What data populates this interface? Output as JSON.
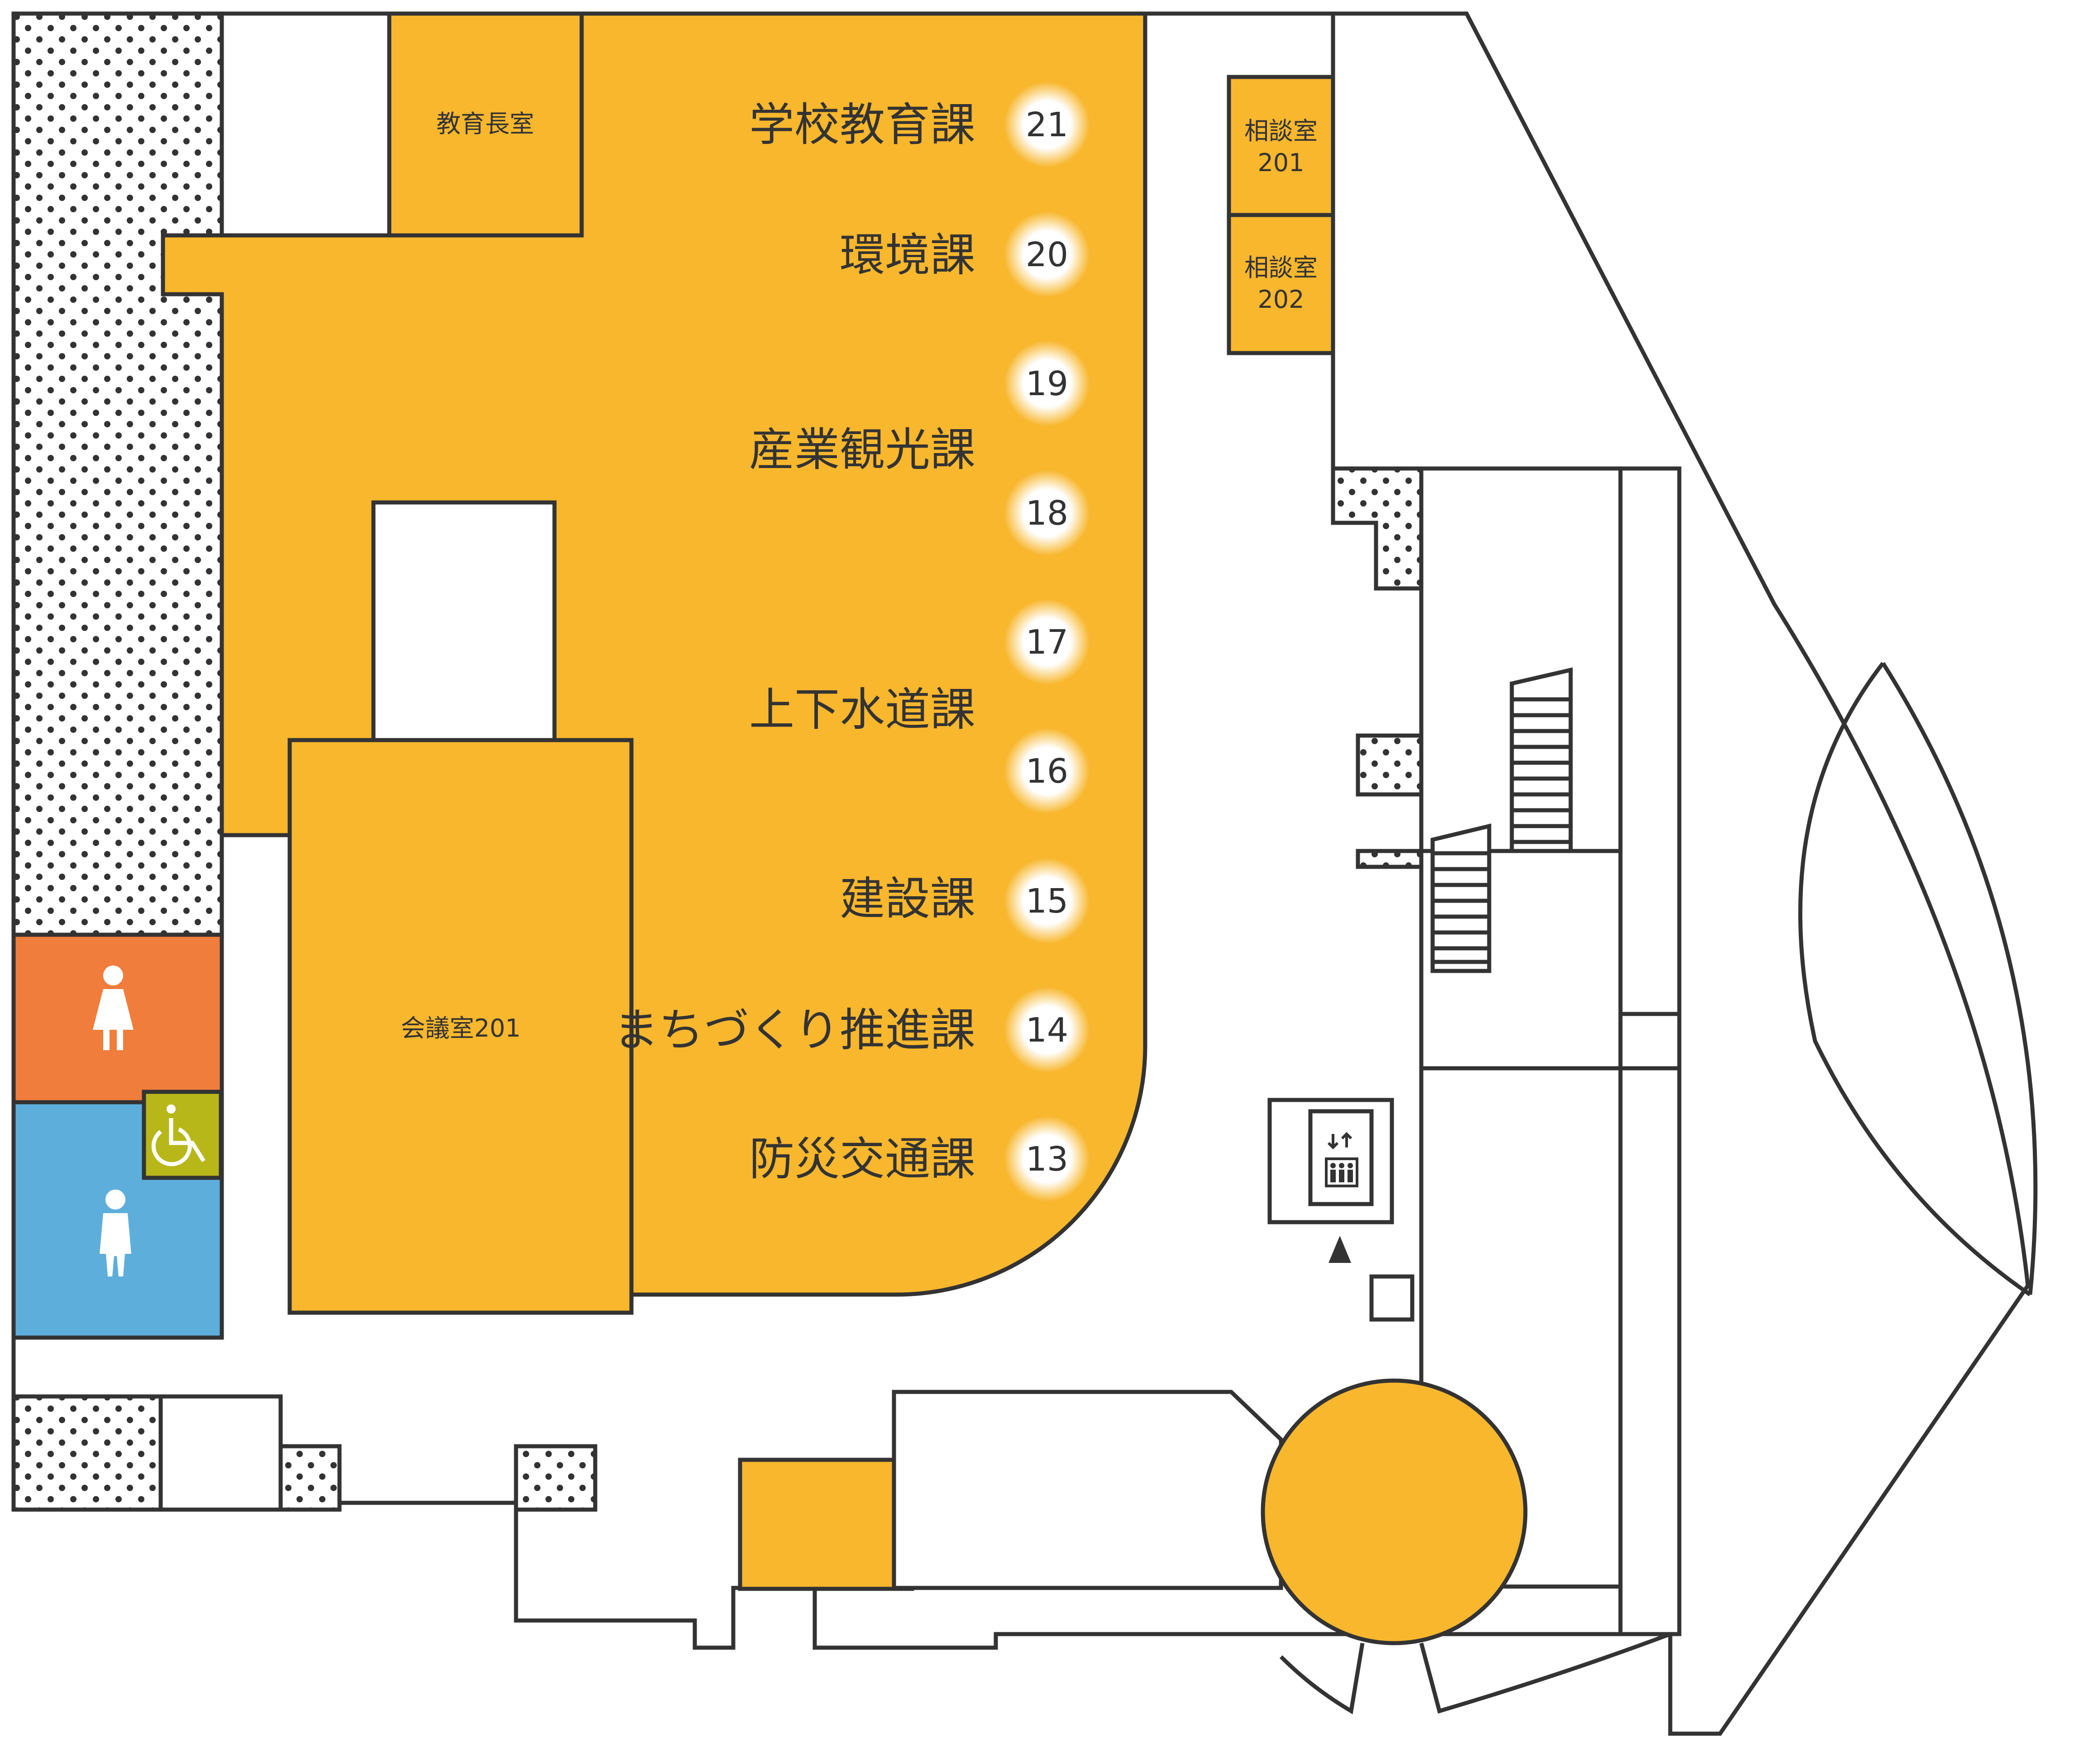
{
  "colors": {
    "office": "#f8b72d",
    "womens_restroom": "#f07d3b",
    "mens_restroom": "#5eaedb",
    "accessible_restroom": "#b7b719",
    "outline": "#333333",
    "corridor": "#ffffff"
  },
  "rooms": {
    "superintendent_office": "教育長室",
    "meeting_room": "会議室201",
    "consult_201_line1": "相談室",
    "consult_201_line2": "201",
    "consult_202_line1": "相談室",
    "consult_202_line2": "202"
  },
  "departments": [
    {
      "name": "学校教育課",
      "counters": [
        "21"
      ]
    },
    {
      "name": "環境課",
      "counters": [
        "20"
      ]
    },
    {
      "name": "産業観光課",
      "counters": [
        "19",
        "18"
      ]
    },
    {
      "name": "上下水道課",
      "counters": [
        "17",
        "16"
      ]
    },
    {
      "name": "建設課",
      "counters": [
        "15"
      ]
    },
    {
      "name": "まちづくり推進課",
      "counters": [
        "14"
      ]
    },
    {
      "name": "防災交通課",
      "counters": [
        "13"
      ]
    }
  ],
  "icons": {
    "womens_restroom": "female-icon",
    "mens_restroom": "male-icon",
    "accessible_restroom": "wheelchair-icon",
    "elevator": "elevator-icon",
    "current_location": "triangle-marker-icon"
  }
}
